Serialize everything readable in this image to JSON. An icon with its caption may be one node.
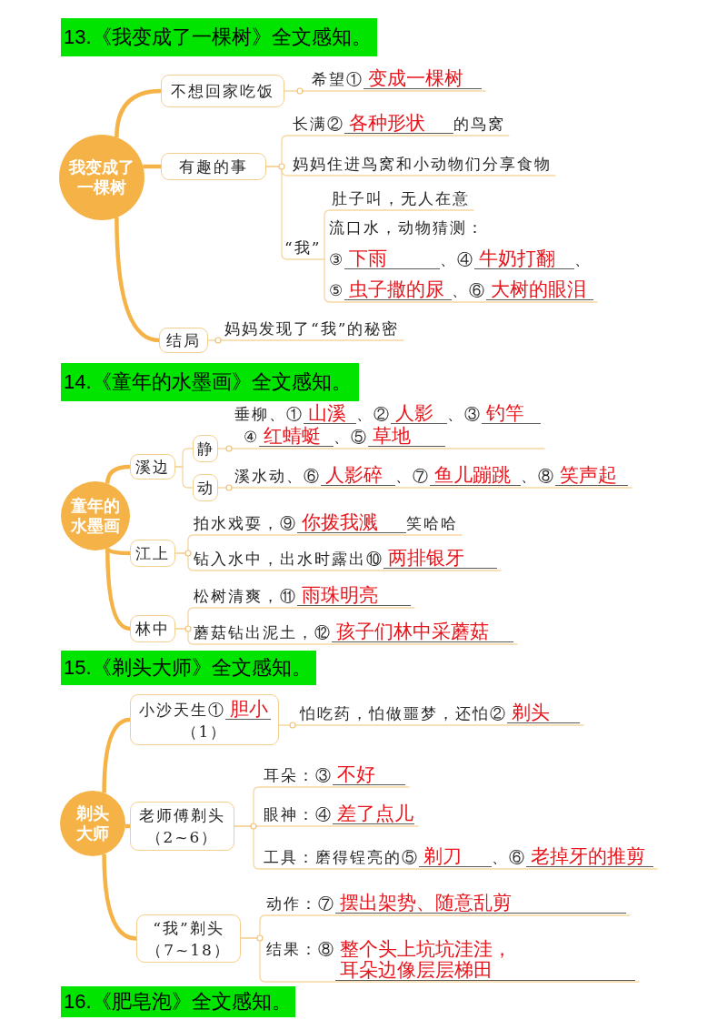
{
  "diagram": {
    "nodes": [
      {
        "text": [
          "13.《我变成了一棵树》全文感知。"
        ]
      },
      {
        "text": [
          "我变成了一棵树"
        ]
      },
      {
        "text": [
          "不想回家吃饭"
        ]
      },
      {
        "text": [
          "希望①",
          "变成一棵树"
        ]
      },
      {
        "text": [
          "有趣的事"
        ]
      },
      {
        "text": [
          "长满②",
          "各种形状",
          "的鸟窝"
        ]
      },
      {
        "text": [
          "妈妈住进鸟窝和小动物们分享食物"
        ]
      },
      {
        "text": [
          "“我”"
        ]
      },
      {
        "text": [
          "肚子叫，无人在意"
        ]
      },
      {
        "text": [
          "流口水，动物猜测：",
          "③",
          "下雨",
          "、④",
          "牛奶打翻",
          "、",
          "⑤",
          "虫子撒的尿",
          "、⑥",
          "大树的眼泪"
        ]
      },
      {
        "text": [
          "结局"
        ]
      },
      {
        "text": [
          "妈妈发现了“我”的秘密"
        ]
      },
      {
        "text": [
          "14.《童年的水墨画》全文感知。"
        ]
      },
      {
        "text": [
          "童年的水墨画"
        ]
      },
      {
        "text": [
          "溪边"
        ]
      },
      {
        "text": [
          "静"
        ]
      },
      {
        "text": [
          "垂柳、①",
          "山溪",
          "、②",
          "人影",
          "、③",
          "钓竿",
          "④",
          "红蜻蜓",
          "、⑤",
          "草地"
        ]
      },
      {
        "text": [
          "动"
        ]
      },
      {
        "text": [
          "溪水动、⑥",
          "人影碎",
          "、⑦",
          "鱼儿蹦跳",
          "、⑧",
          "笑声起"
        ]
      },
      {
        "text": [
          "江上"
        ]
      },
      {
        "text": [
          "拍水戏耍，⑨",
          "你拨我溅",
          "笑哈哈"
        ]
      },
      {
        "text": [
          "钻入水中，出水时露出⑩",
          "两排银牙"
        ]
      },
      {
        "text": [
          "林中"
        ]
      },
      {
        "text": [
          "松树清爽，⑪",
          "雨珠明亮"
        ]
      },
      {
        "text": [
          "蘑菇钻出泥土，⑫",
          "孩子们林中采蘑菇"
        ]
      },
      {
        "text": [
          "15.《剃头大师》全文感知。"
        ]
      },
      {
        "text": [
          "剃头大师"
        ]
      },
      {
        "text": [
          "小沙天生①",
          "胆小",
          "（1）"
        ]
      },
      {
        "text": [
          "怕吃药，怕做噩梦，还怕②",
          "剃头"
        ]
      },
      {
        "text": [
          "老师傅剃头",
          "（2~6）"
        ]
      },
      {
        "text": [
          "耳朵：③",
          "不好"
        ]
      },
      {
        "text": [
          "眼神：④",
          "差了点儿"
        ]
      },
      {
        "text": [
          "工具：磨得锃亮的⑤",
          "剃刀",
          "、⑥",
          "老掉牙的推剪"
        ]
      },
      {
        "text": [
          "“我”剃头",
          "（7~18）"
        ]
      },
      {
        "text": [
          "动作：⑦",
          "摆出架势、随意乱剪"
        ]
      },
      {
        "text": [
          "结果：⑧",
          "整个头上坑坑洼洼，耳朵边像层层梯田"
        ]
      },
      {
        "text": [
          "16.《肥皂泡》全文感知。"
        ]
      }
    ],
    "edges": [
      {
        "from": 1,
        "to": 2,
        "arrow": "none",
        "style": "thick",
        "color": "#f5b347"
      },
      {
        "from": 2,
        "to": 3,
        "arrow": "none"
      },
      {
        "from": 1,
        "to": 4,
        "arrow": "none",
        "style": "thick",
        "color": "#f5b347"
      },
      {
        "from": 4,
        "to": 5,
        "arrow": "none"
      },
      {
        "from": 4,
        "to": 6,
        "arrow": "none"
      },
      {
        "from": 4,
        "to": 7,
        "arrow": "none"
      },
      {
        "from": 7,
        "to": 8,
        "arrow": "none"
      },
      {
        "from": 7,
        "to": 9,
        "arrow": "none"
      },
      {
        "from": 1,
        "to": 10,
        "arrow": "none",
        "style": "thick",
        "color": "#f5b347"
      },
      {
        "from": 10,
        "to": 11,
        "arrow": "none"
      },
      {
        "from": 13,
        "to": 14,
        "arrow": "none",
        "style": "thick",
        "color": "#f5b347"
      },
      {
        "from": 14,
        "to": 15,
        "arrow": "none"
      },
      {
        "from": 15,
        "to": 16,
        "arrow": "none"
      },
      {
        "from": 14,
        "to": 17,
        "arrow": "none"
      },
      {
        "from": 17,
        "to": 18,
        "arrow": "none"
      },
      {
        "from": 13,
        "to": 19,
        "arrow": "none",
        "style": "thick",
        "color": "#f5b347"
      },
      {
        "from": 19,
        "to": 20,
        "arrow": "none"
      },
      {
        "from": 19,
        "to": 21,
        "arrow": "none"
      },
      {
        "from": 13,
        "to": 22,
        "arrow": "none",
        "style": "thick",
        "color": "#f5b347"
      },
      {
        "from": 22,
        "to": 23,
        "arrow": "none"
      },
      {
        "from": 22,
        "to": 24,
        "arrow": "none"
      },
      {
        "from": 26,
        "to": 27,
        "arrow": "none",
        "style": "thick",
        "color": "#f5b347"
      },
      {
        "from": 27,
        "to": 28,
        "arrow": "none"
      },
      {
        "from": 26,
        "to": 29,
        "arrow": "none",
        "style": "thick",
        "color": "#f5b347"
      },
      {
        "from": 29,
        "to": 30,
        "arrow": "none"
      },
      {
        "from": 29,
        "to": 31,
        "arrow": "none"
      },
      {
        "from": 29,
        "to": 32,
        "arrow": "none"
      },
      {
        "from": 26,
        "to": 33,
        "arrow": "none",
        "style": "thick",
        "color": "#f5b347"
      },
      {
        "from": 33,
        "to": 34,
        "arrow": "none"
      },
      {
        "from": 33,
        "to": 35,
        "arrow": "none"
      }
    ]
  }
}
